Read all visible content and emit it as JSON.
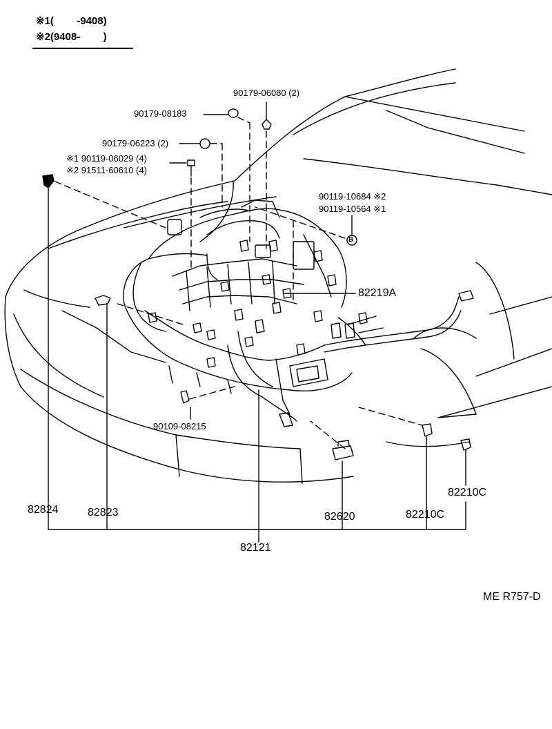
{
  "legend": {
    "row1_mark": "※1",
    "row1_text": "(        -9408)",
    "row2_mark": "※2",
    "row2_text": "(9408-        )"
  },
  "labels": {
    "p90179_06080": "90179-06080 (2)",
    "p90179_08183": "90179-08183",
    "p90179_06223": "90179-06223 (2)",
    "p90119_06029": "※1 90119-06029 (4)",
    "p91511_60610": "※2 91511-60610 (4)",
    "p90119_10684": "90119-10684 ※2",
    "p90119_10564": "90119-10564 ※1",
    "marker_b": "B",
    "p82219a": "82219A",
    "p90109_08215": "90109-08215",
    "p82824": "82824",
    "p82823": "82823",
    "p82620": "82620",
    "p82210c_a": "82210C",
    "p82210c_b": "82210C",
    "p82121": "82121"
  },
  "footer": {
    "code": "ME  R757-D"
  }
}
